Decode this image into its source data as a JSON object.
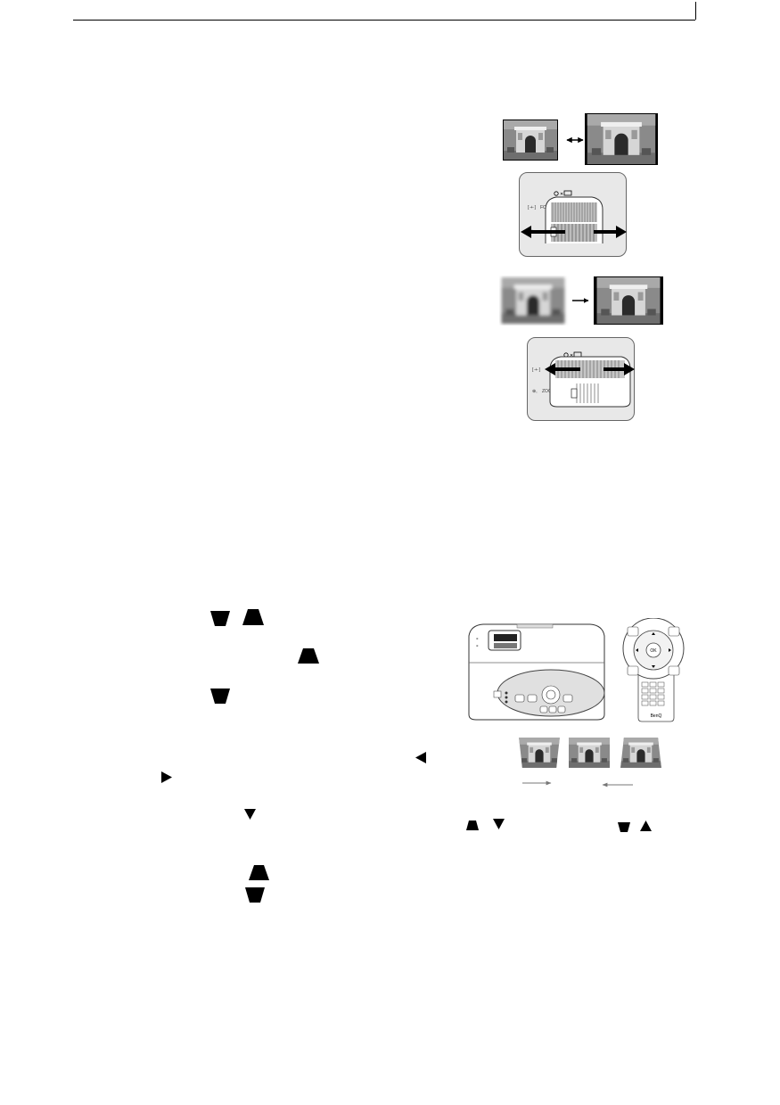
{
  "lens_panel": {
    "focus_label": "FOCUS",
    "zoom_label": "ZOOM"
  },
  "remote": {
    "ok_label": "OK",
    "brand_label": "BenQ"
  },
  "colors": {
    "panel_bg": "#e8e8e8",
    "ink": "#000000"
  },
  "icons": [
    "keystone-down-icon",
    "keystone-up-icon",
    "arrow-left-icon",
    "arrow-right-icon",
    "arrow-down-icon",
    "arrow-up-icon"
  ]
}
